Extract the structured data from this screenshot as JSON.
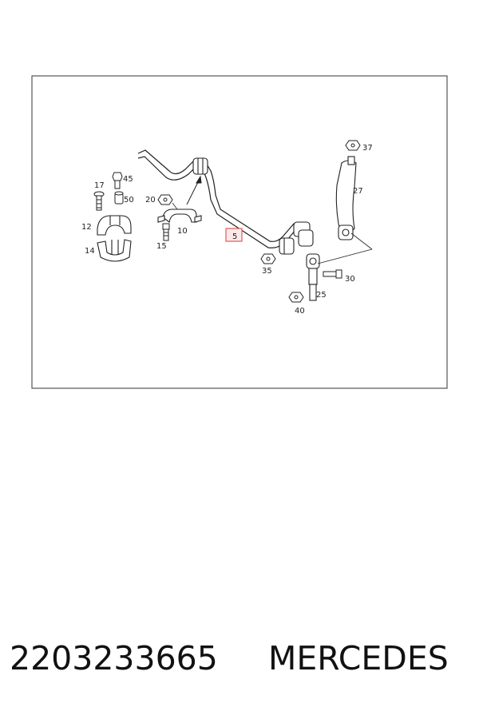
{
  "diagram": {
    "highlighted_part": "5",
    "labels": {
      "p5": "5",
      "p10": "10",
      "p12": "12",
      "p14": "14",
      "p15": "15",
      "p17": "17",
      "p20": "20",
      "p25": "25",
      "p27": "27",
      "p30": "30",
      "p35": "35",
      "p37": "37",
      "p40": "40",
      "p45": "45",
      "p50": "50"
    },
    "colors": {
      "line": "#222222",
      "highlight": "#e05a5a",
      "frame": "#333333"
    }
  },
  "footer": {
    "part_number": "2203233665",
    "brand": "MERCEDES"
  }
}
